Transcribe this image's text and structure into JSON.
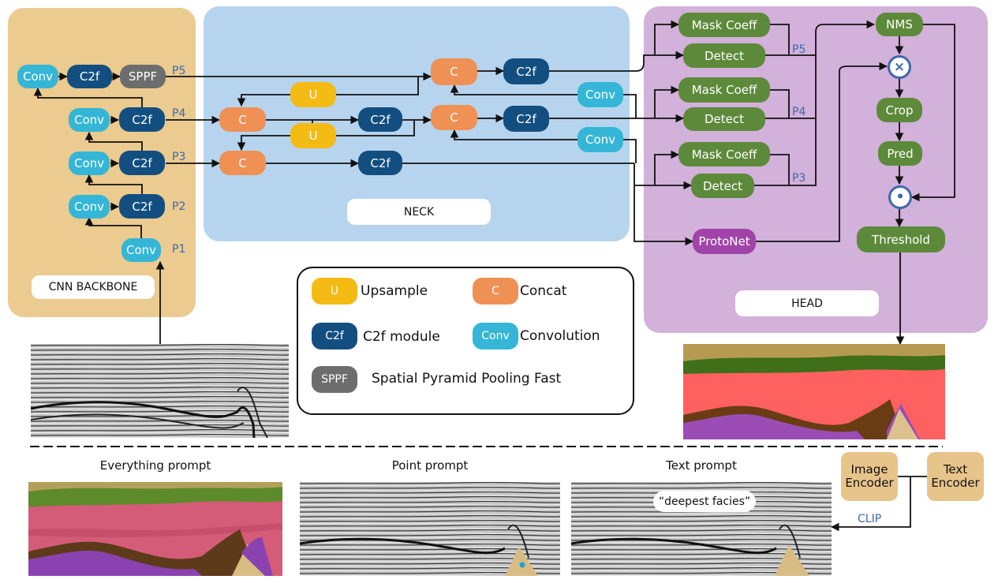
{
  "backbone": {
    "label": "CNN BACKBONE",
    "levels": {
      "p1": "P1",
      "p2": "P2",
      "p3": "P3",
      "p4": "P4",
      "p5": "P5"
    },
    "blocks": {
      "conv": "Conv",
      "c2f": "C2f",
      "sppf": "SPPF"
    }
  },
  "neck": {
    "label": "NECK",
    "blocks": {
      "upsample": "U",
      "concat": "C",
      "c2f": "C2f",
      "conv": "Conv"
    }
  },
  "head": {
    "label": "HEAD",
    "blocks": {
      "mask_coeff": "Mask Coeff",
      "detect": "Detect",
      "protonet": "ProtoNet",
      "nms": "NMS",
      "crop": "Crop",
      "pred": "Pred",
      "threshold": "Threshold"
    },
    "levels": {
      "p3": "P3",
      "p4": "P4",
      "p5": "P5"
    },
    "ops": {
      "multiply": "×",
      "dot": "•"
    }
  },
  "legend": {
    "upsample": {
      "swatch": "U",
      "text": "Upsample"
    },
    "concat": {
      "swatch": "C",
      "text": "Concat"
    },
    "c2f": {
      "swatch": "C2f",
      "text": "C2f module"
    },
    "conv": {
      "swatch": "Conv",
      "text": "Convolution"
    },
    "sppf": {
      "swatch": "SPPF",
      "text": "Spatial Pyramid Pooling Fast"
    }
  },
  "prompts": {
    "everything": "Everything prompt",
    "point": "Point prompt",
    "text": "Text prompt",
    "text_query": "“deepest facies”"
  },
  "clip": {
    "image_encoder": "Image\nEncoder",
    "text_encoder": "Text\nEncoder",
    "label": "CLIP"
  },
  "colors": {
    "backbone_bg": "#ebcb8f",
    "neck_bg": "#b7d4ee",
    "head_bg": "#d2b1da",
    "conv": "#35b6d6",
    "c2f": "#134e80",
    "sppf": "#6d6d6d",
    "upsample": "#f4bb14",
    "concat": "#ef9055",
    "head_block": "#5d8a3a",
    "protonet": "#a044a9",
    "level_label": "#3e68a9"
  }
}
